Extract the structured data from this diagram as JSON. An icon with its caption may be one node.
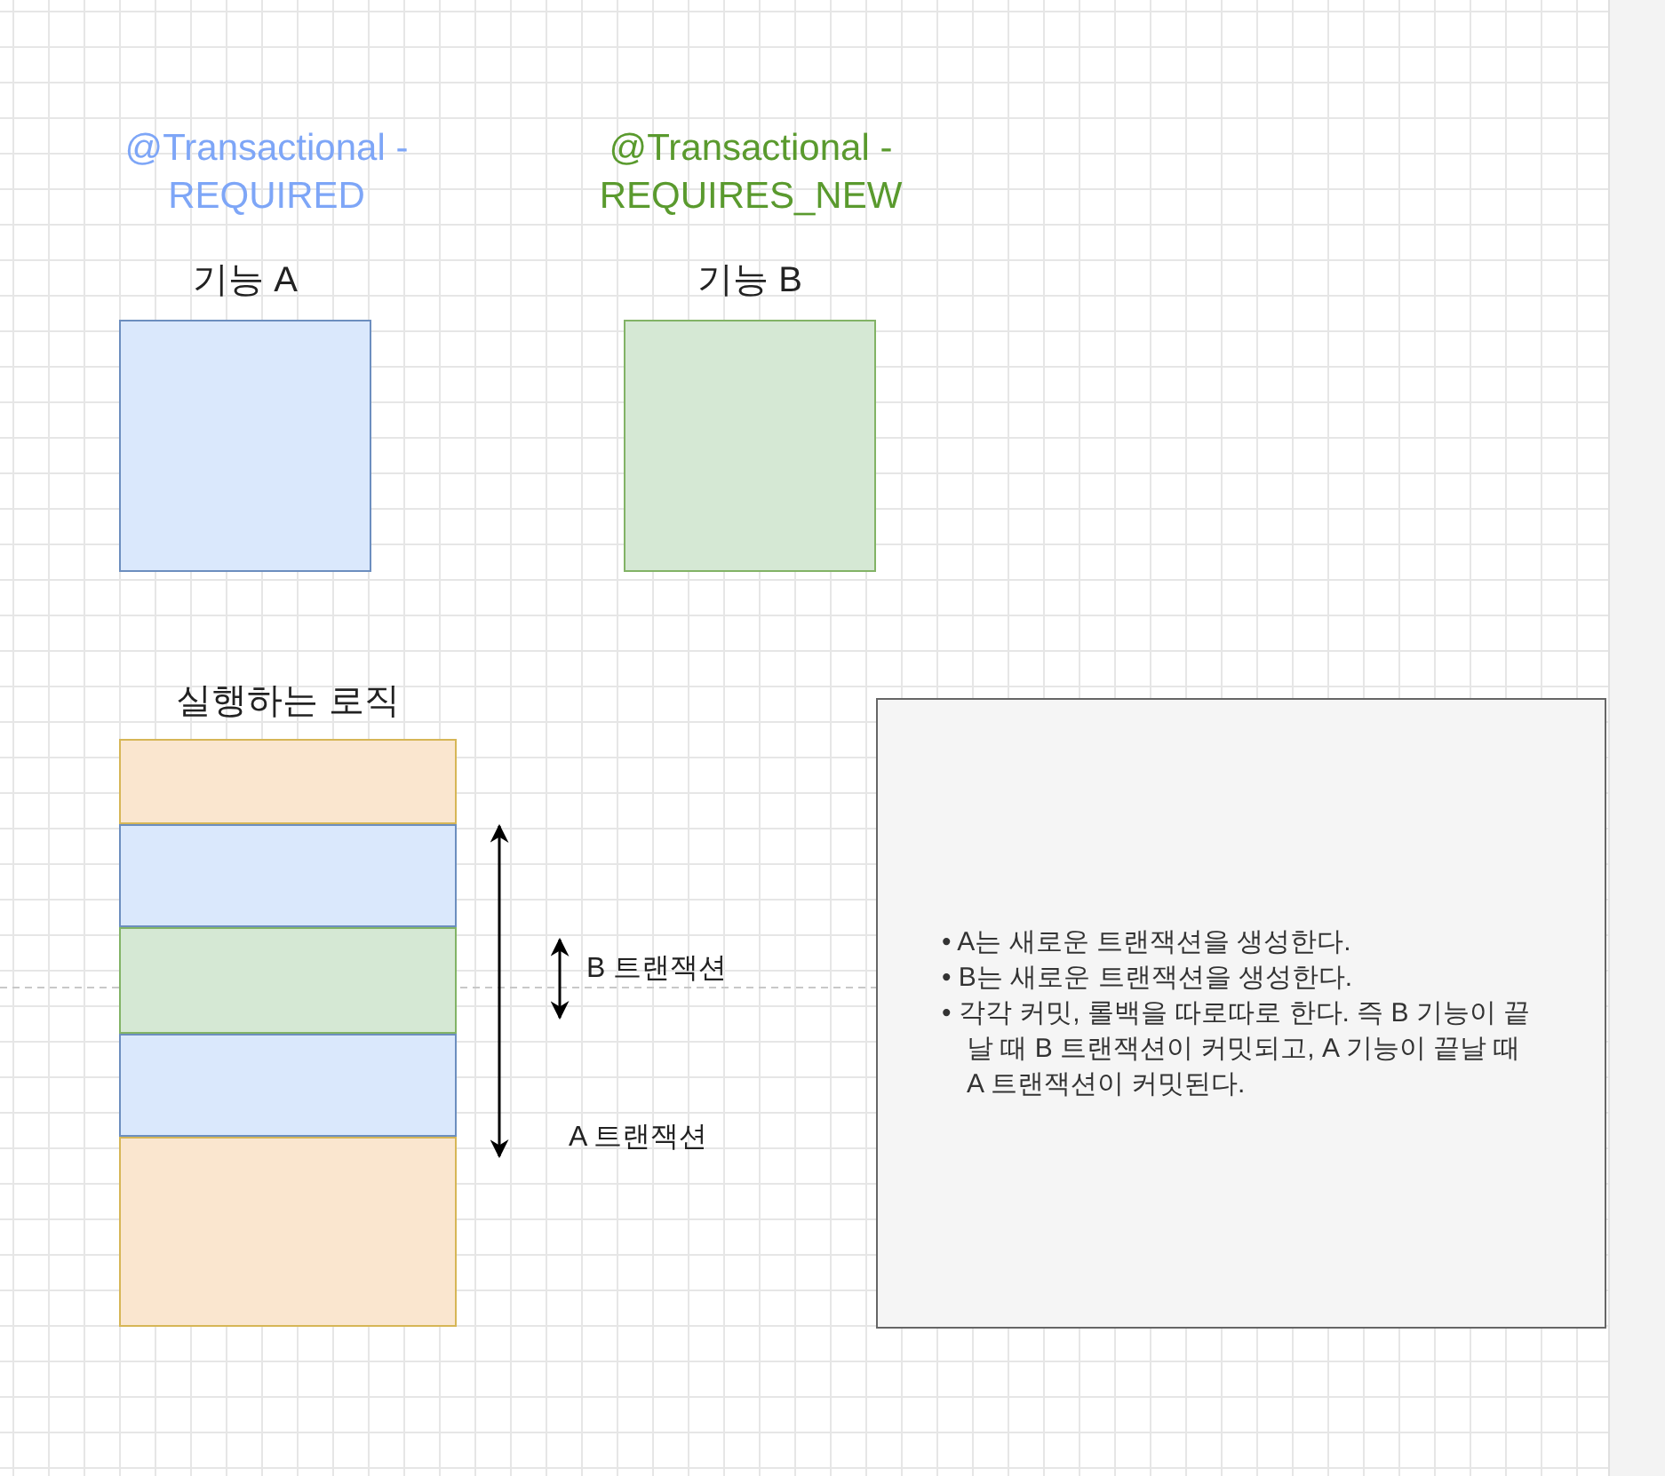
{
  "diagram": {
    "nodes": [
      {
        "text": [
          "기능 A"
        ]
      },
      {
        "text": [
          "기능 B"
        ]
      },
      {
        "text": [
          "실행하는 로직"
        ]
      },
      {
        "text": [],
        "shape": "box",
        "in": 2
      },
      {
        "text": [],
        "shape": "box",
        "in": 2
      },
      {
        "text": [],
        "shape": "box",
        "in": 2
      },
      {
        "text": [],
        "shape": "box",
        "in": 2
      },
      {
        "text": [],
        "shape": "box",
        "in": 2
      },
      {
        "text": [
          "• A는 새로운 트랜잭션을 생성한다.",
          "• B는 새로운 트랜잭션을 생성한다.",
          "• 각각 커밋, 롤백을 따로따로 한다. 즉 B 기능이 끝날 때 B 트랜잭션이 커밋되고, A 기능이 끝날 때 A 트랜잭션이 커밋된다."
        ]
      }
    ],
    "edges": [],
    "labels": [
      "@Transactional - REQUIRED",
      "@Transactional - REQUIRES_NEW",
      "B 트랜잭션",
      "A 트랜잭션"
    ]
  }
}
